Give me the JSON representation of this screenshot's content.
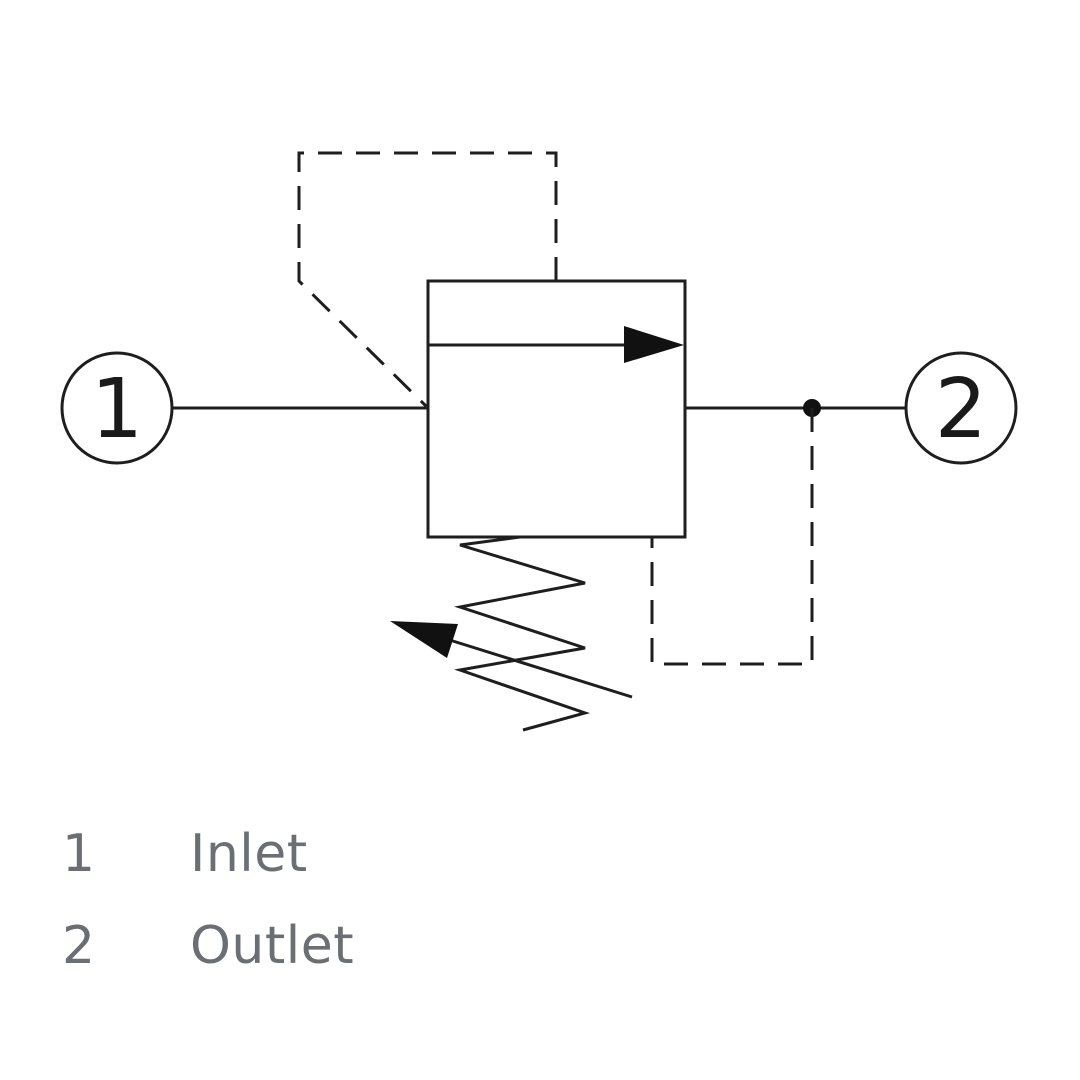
{
  "ports": [
    {
      "number": "1"
    },
    {
      "number": "2"
    }
  ],
  "legend": [
    {
      "key": "1",
      "label": "Inlet"
    },
    {
      "key": "2",
      "label": "Outlet"
    }
  ]
}
